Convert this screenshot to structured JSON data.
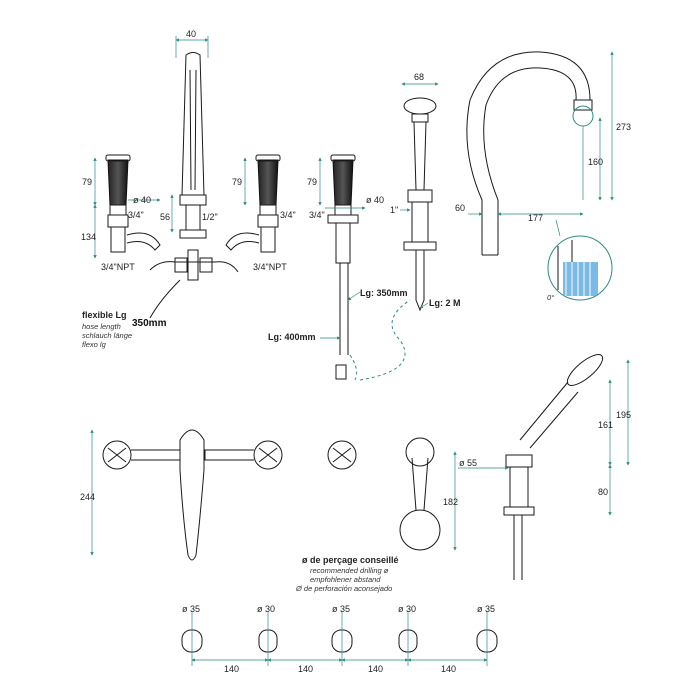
{
  "dims": {
    "spout_width": "40",
    "handle_height": "79",
    "thread_left": "3/4\"",
    "diam_40_left": "ø 40",
    "height_56": "56",
    "height_134": "134",
    "thread_half": "1/2\"",
    "thread_right": "3/4\"",
    "npt_left": "3/4\"NPT",
    "npt_right": "3/4\"NPT",
    "handle_height_2": "79",
    "thread_mid": "3/4\"",
    "diam_40_mid": "ø 40",
    "thread_1": "1\"",
    "shower_width": "68",
    "lg_350": "Lg: 350mm",
    "lg_400": "Lg: 400mm",
    "lg_2m": "Lg: 2 M",
    "hose_350": "350mm",
    "spout_reach_60": "60",
    "spout_reach_177": "177",
    "spout_height_273": "273",
    "spout_height_160": "160",
    "angle_0": "0°",
    "height_244": "244",
    "height_182": "182",
    "diam_55": "ø 55",
    "height_161": "161",
    "height_195": "195",
    "height_80": "80"
  },
  "flexible": {
    "title": "flexible Lg",
    "en": "hose length",
    "de": "schlauch länge",
    "es": "flexo lg"
  },
  "drilling": {
    "title": "ø de perçage conseillé",
    "en": "recommended drilling ø",
    "de": "empfohlener abstand",
    "es": "Ø de perforación aconsejado",
    "holes": [
      "ø 35",
      "ø 30",
      "ø 35",
      "ø 30",
      "ø 35"
    ],
    "spacings": [
      "140",
      "140",
      "140",
      "140"
    ]
  },
  "colors": {
    "dimension_line": "#2a8c83",
    "drawing_line": "#1a1a1a",
    "water_blue": "#5aa9e0"
  }
}
